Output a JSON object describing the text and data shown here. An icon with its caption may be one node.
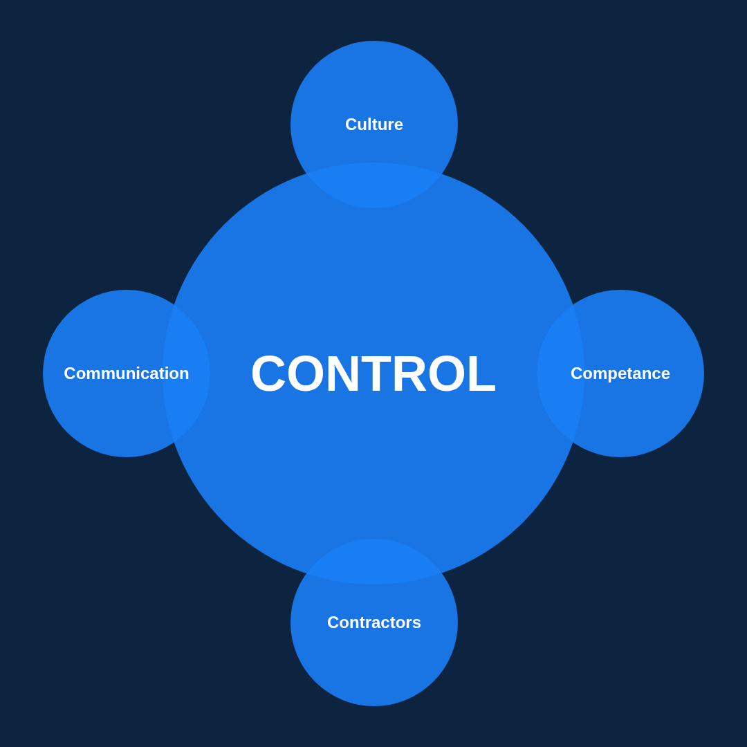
{
  "diagram": {
    "nodes": [
      {
        "text": [
          "CONTROL"
        ]
      },
      {
        "text": [
          "Culture"
        ]
      },
      {
        "text": [
          "Communication"
        ]
      },
      {
        "text": [
          "Competance"
        ]
      },
      {
        "text": [
          "Contractors"
        ]
      }
    ]
  }
}
